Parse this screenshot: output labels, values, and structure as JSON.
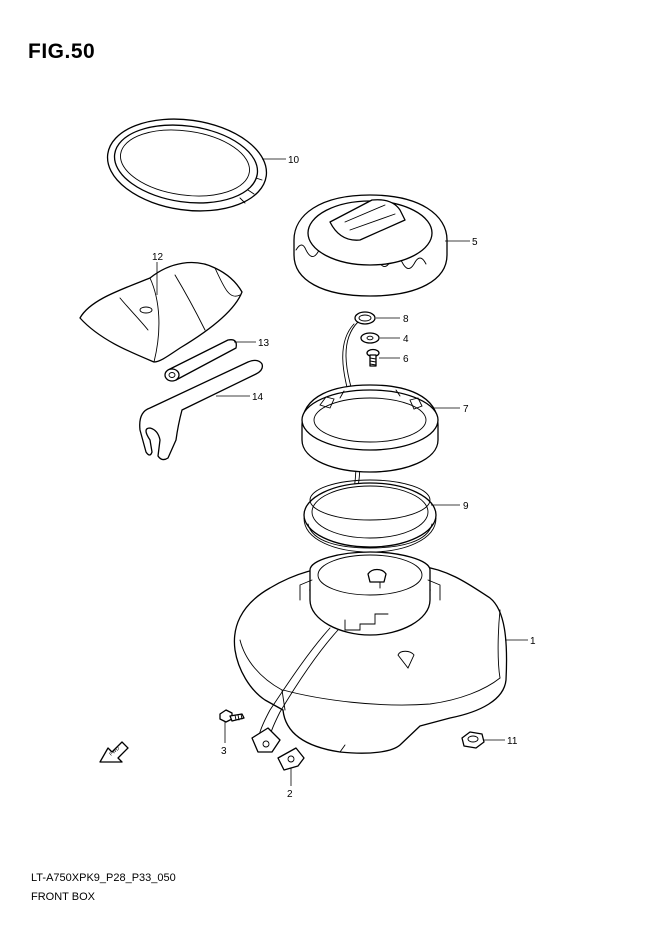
{
  "figure": {
    "title": "FIG.50"
  },
  "callouts": [
    {
      "id": "c10",
      "label": "10",
      "part": "ring seal"
    },
    {
      "id": "c5",
      "label": "5",
      "part": "cap"
    },
    {
      "id": "c12",
      "label": "12",
      "part": "tool bag"
    },
    {
      "id": "c8",
      "label": "8",
      "part": "ring"
    },
    {
      "id": "c4",
      "label": "4",
      "part": "washer"
    },
    {
      "id": "c6",
      "label": "6",
      "part": "screw"
    },
    {
      "id": "c13",
      "label": "13",
      "part": "tool"
    },
    {
      "id": "c14",
      "label": "14",
      "part": "wrench"
    },
    {
      "id": "c7",
      "label": "7",
      "part": "collar ring"
    },
    {
      "id": "c9",
      "label": "9",
      "part": "gasket"
    },
    {
      "id": "c1",
      "label": "1",
      "part": "front box"
    },
    {
      "id": "c11",
      "label": "11",
      "part": "nut"
    },
    {
      "id": "c3",
      "label": "3",
      "part": "bolt"
    },
    {
      "id": "c2",
      "label": "2",
      "part": "bracket"
    }
  ],
  "fwd_marker": "FWD",
  "footer": {
    "code": "LT-A750XPK9_P28_P33_050",
    "name": "FRONT BOX"
  }
}
